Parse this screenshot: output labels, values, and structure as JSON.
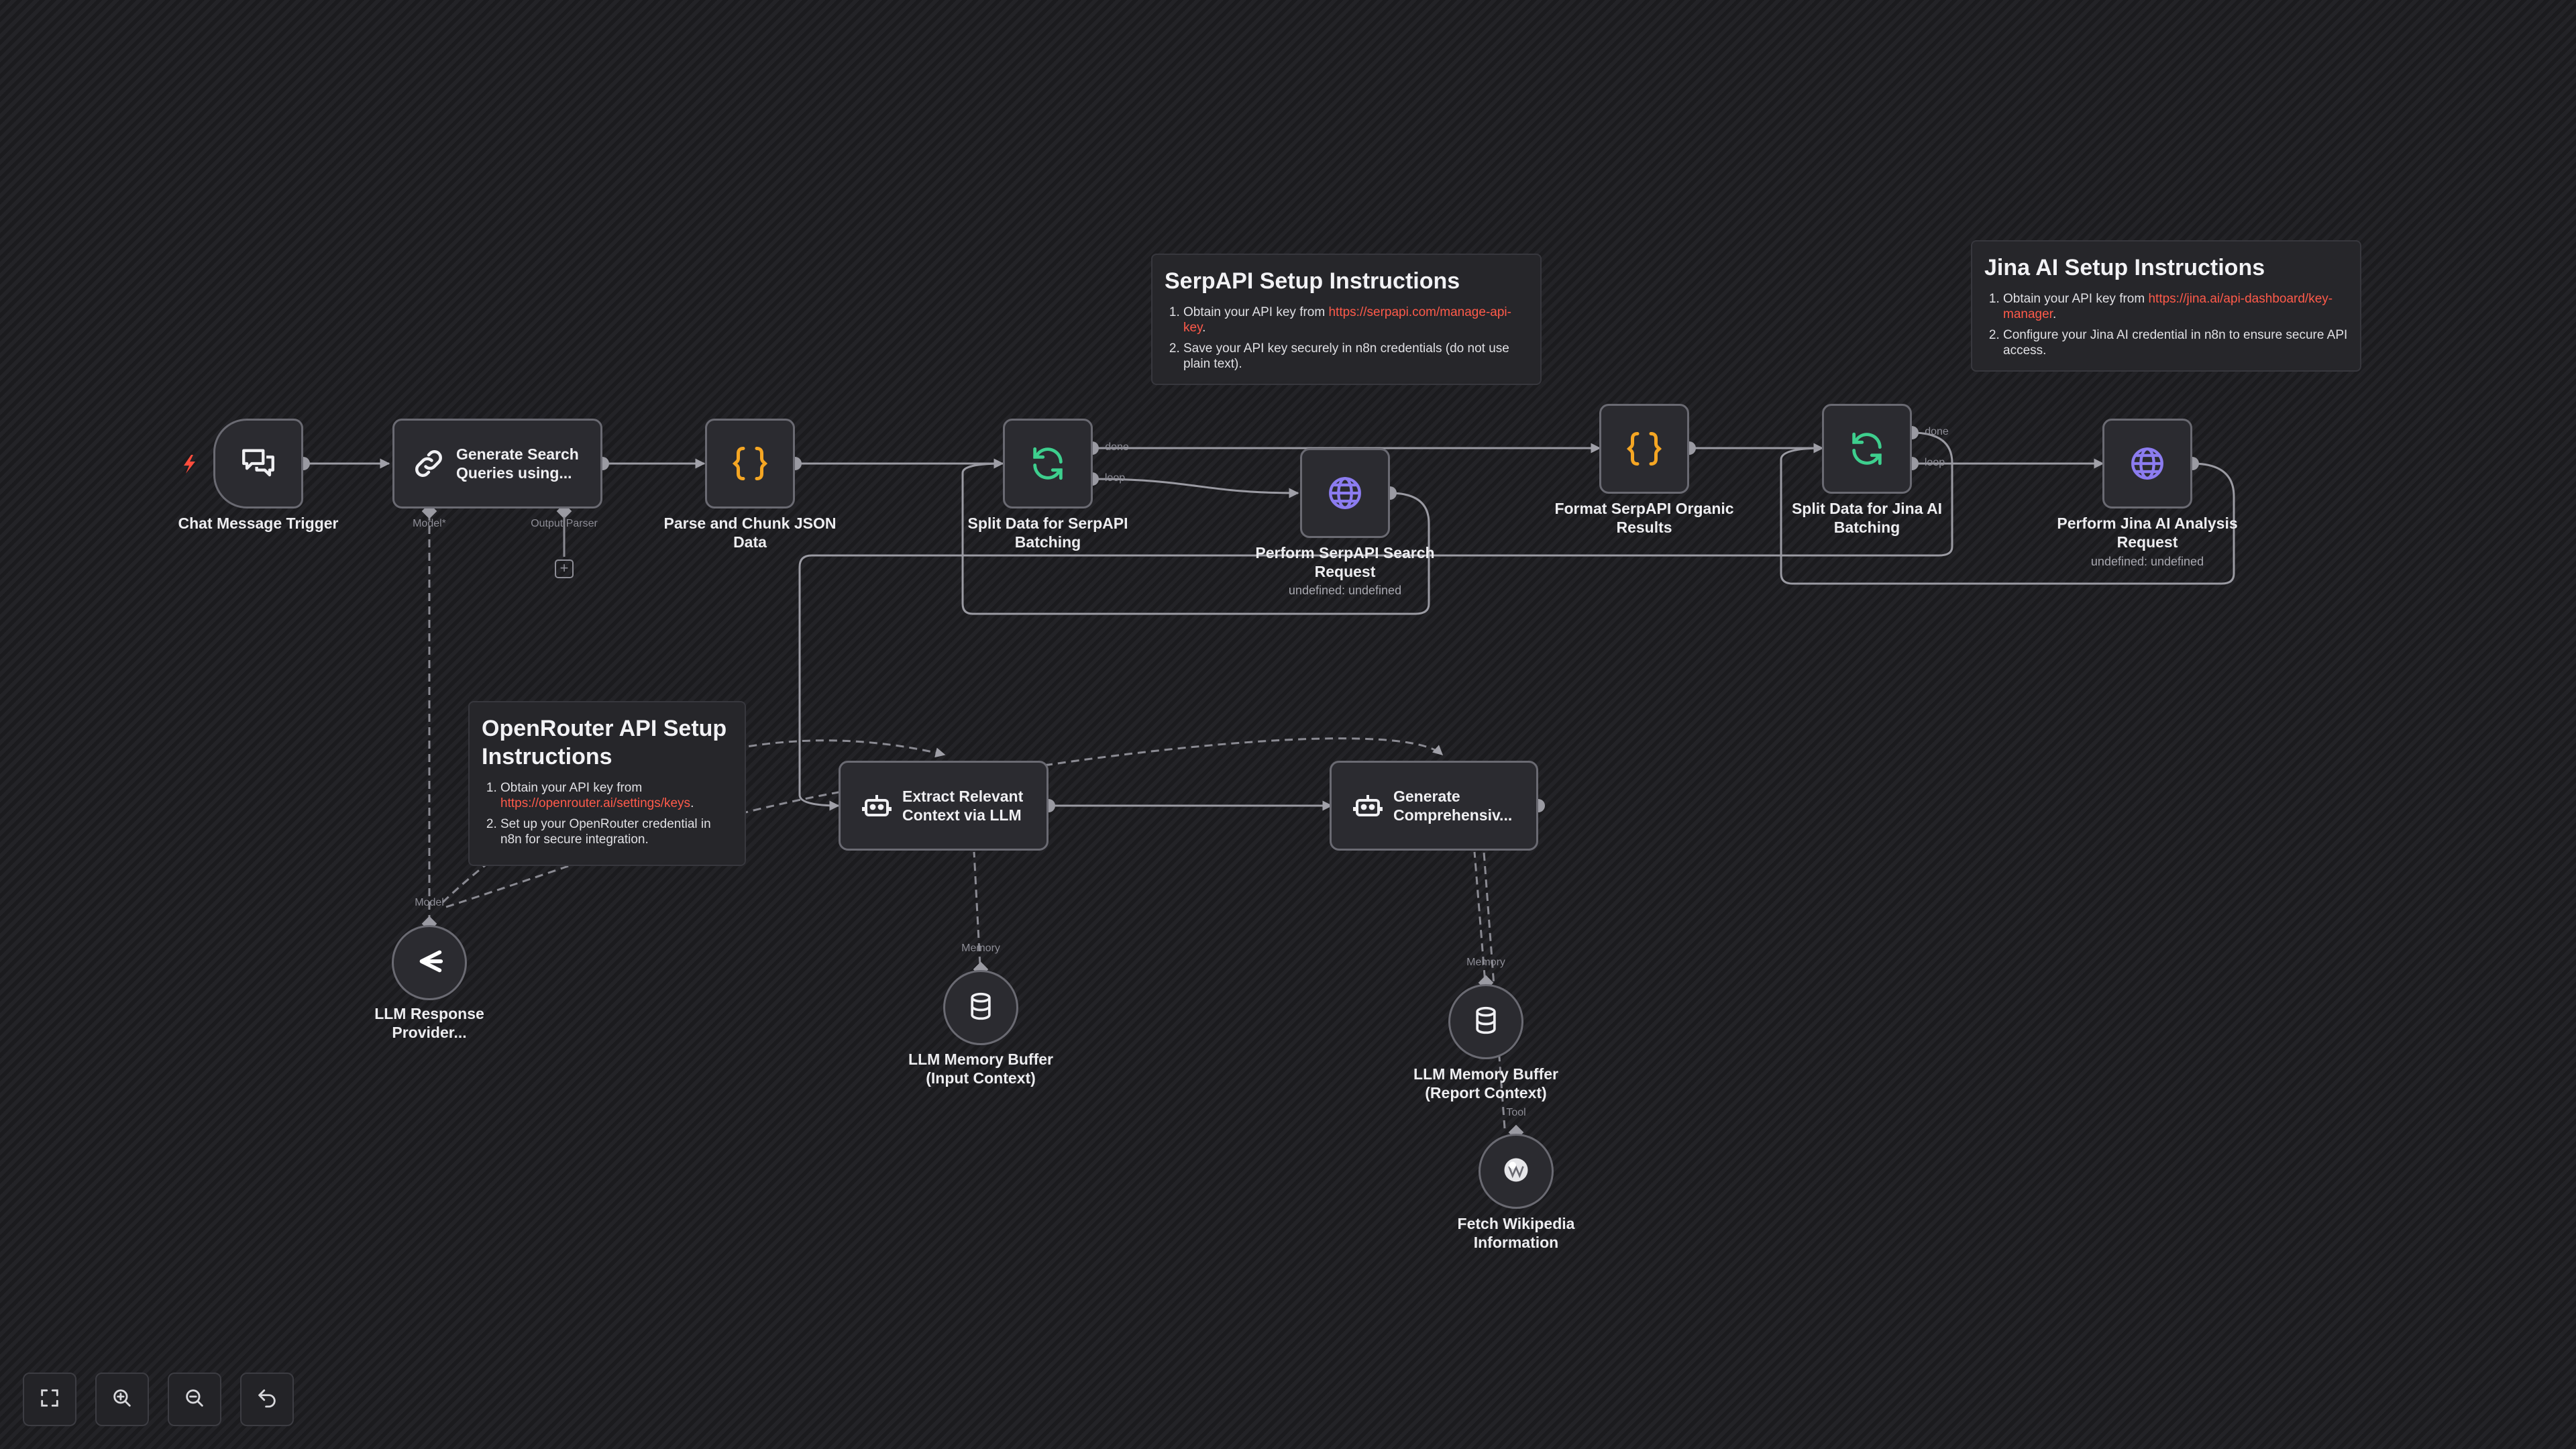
{
  "canvas": {
    "background": "#1f1f22",
    "accent": "#ff5a4a"
  },
  "nodes": {
    "chat_trigger": {
      "label": "Chat Message Trigger",
      "icon": "chat-bubbles-icon"
    },
    "generate_queries": {
      "label": "Generate Search Queries using...",
      "line1": "Generate Search",
      "line2": "Queries using...",
      "ports": {
        "model": "Model*",
        "output_parser": "Output Parser"
      },
      "icon": "link-icon"
    },
    "parse_chunk": {
      "line1": "Parse and Chunk JSON",
      "line2": "Data",
      "icon": "braces-icon"
    },
    "split_serpapi": {
      "line1": "Split Data for SerpAPI",
      "line2": "Batching",
      "icon": "refresh-icon",
      "ports": {
        "done": "done",
        "loop": "loop"
      }
    },
    "serpapi_request": {
      "line1": "Perform SerpAPI Search",
      "line2": "Request",
      "sub": "undefined: undefined",
      "icon": "globe-icon"
    },
    "format_serpapi": {
      "line1": "Format SerpAPI Organic",
      "line2": "Results",
      "icon": "braces-icon"
    },
    "split_jina": {
      "line1": "Split Data for Jina AI",
      "line2": "Batching",
      "icon": "refresh-icon",
      "ports": {
        "done": "done",
        "loop": "loop"
      }
    },
    "jina_request": {
      "line1": "Perform Jina AI Analysis",
      "line2": "Request",
      "sub": "undefined: undefined",
      "icon": "globe-icon"
    },
    "extract_context": {
      "line1": "Extract Relevant",
      "line2": "Context via LLM",
      "icon": "robot-icon"
    },
    "generate_report": {
      "line1": "Generate",
      "line2": "Comprehensiv...",
      "icon": "robot-icon"
    },
    "llm_provider": {
      "line1": "LLM Response",
      "line2": "Provider...",
      "port": "Model",
      "icon": "openrouter-icon"
    },
    "memory_input": {
      "line1": "LLM Memory Buffer",
      "line2": "(Input Context)",
      "port": "Memory",
      "icon": "database-icon"
    },
    "memory_report": {
      "line1": "LLM Memory Buffer",
      "line2": "(Report Context)",
      "port": "Memory",
      "icon": "database-icon"
    },
    "wikipedia": {
      "line1": "Fetch Wikipedia",
      "line2": "Information",
      "port": "Tool",
      "icon": "wikipedia-icon"
    }
  },
  "stickies": {
    "serpapi": {
      "title": "SerpAPI Setup Instructions",
      "step1_text": "Obtain your API key from ",
      "step1_link": "https://serpapi.com/manage-api-key",
      "step1_end": ".",
      "step2": "Save your API key securely in n8n credentials (do not use plain text)."
    },
    "jina": {
      "title": "Jina AI Setup Instructions",
      "step1_text": "Obtain your API key from ",
      "step1_link": "https://jina.ai/api-dashboard/key-manager",
      "step1_end": ".",
      "step2": "Configure your Jina AI credential in n8n to ensure secure API access."
    },
    "openrouter": {
      "title": "OpenRouter API Setup Instructions",
      "step1_text": "Obtain your API key from ",
      "step1_link": "https://openrouter.ai/settings/keys",
      "step1_end": ".",
      "step2": "Set up your OpenRouter credential in n8n for secure integration."
    }
  },
  "toolbar": {
    "fit_view": "fit-view-icon",
    "zoom_in": "zoom-in-icon",
    "zoom_out": "zoom-out-icon",
    "undo": "undo-icon"
  }
}
